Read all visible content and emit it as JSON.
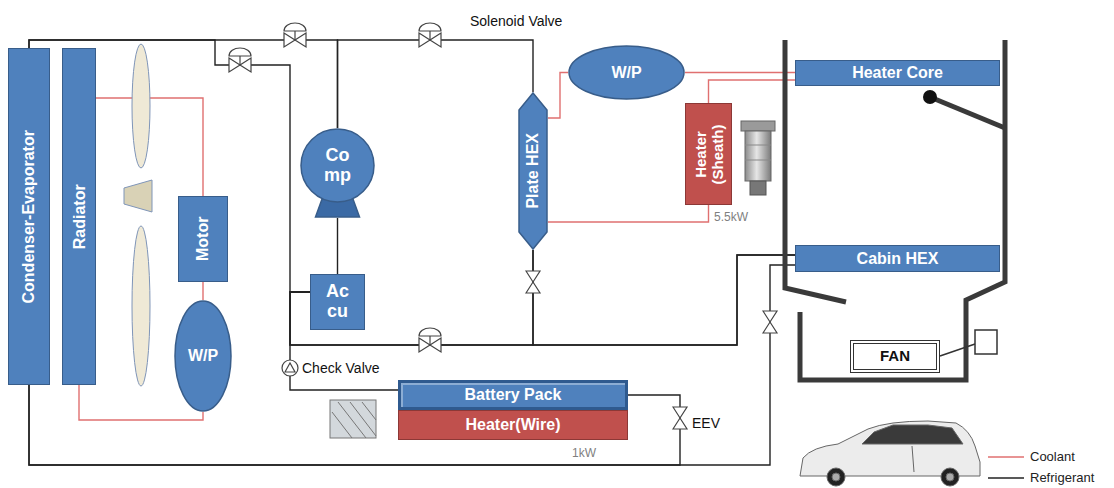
{
  "diagram": {
    "nodes": [
      {
        "text": [
          "Condenser-Evaporator"
        ]
      },
      {
        "text": [
          "Radiator"
        ]
      },
      {
        "text": [
          "Motor"
        ]
      },
      {
        "text": [
          "W/P"
        ]
      },
      {
        "text": [
          "Co mp"
        ]
      },
      {
        "text": [
          "Ac cu"
        ]
      },
      {
        "text": [
          "Plate HEX"
        ]
      },
      {
        "text": [
          "W/P"
        ]
      },
      {
        "text": [
          "Heater (Sheath)"
        ]
      },
      {
        "text": [
          "Heater Core"
        ]
      },
      {
        "text": [
          "Cabin HEX"
        ]
      },
      {
        "text": [
          "FAN"
        ]
      },
      {
        "text": [
          "Battery Pack"
        ]
      },
      {
        "text": [
          "Heater(Wire)"
        ]
      }
    ],
    "edges": [
      {
        "from": 1,
        "to": 2,
        "arrow": "none"
      },
      {
        "from": 2,
        "to": 3,
        "arrow": "none"
      },
      {
        "from": 3,
        "to": 1,
        "arrow": "none"
      },
      {
        "from": 6,
        "to": 7,
        "arrow": "none"
      },
      {
        "from": 7,
        "to": 9,
        "arrow": "none"
      },
      {
        "from": 9,
        "to": 8,
        "arrow": "none"
      },
      {
        "from": 8,
        "to": 6,
        "arrow": "none"
      },
      {
        "from": 4,
        "to": 0,
        "arrow": "none"
      },
      {
        "from": 4,
        "to": 6,
        "arrow": "none"
      },
      {
        "from": 0,
        "to": 5,
        "arrow": "none"
      },
      {
        "from": 5,
        "to": 4,
        "arrow": "none"
      },
      {
        "from": 6,
        "to": 10,
        "arrow": "none"
      },
      {
        "from": 10,
        "to": 5,
        "arrow": "none"
      },
      {
        "from": 6,
        "to": 5,
        "arrow": "none"
      },
      {
        "from": 0,
        "to": 10,
        "arrow": "none"
      },
      {
        "from": 0,
        "to": 12,
        "arrow": "none"
      },
      {
        "from": 12,
        "to": 5,
        "arrow": "none"
      }
    ],
    "labels": [
      "Solenoid Valve",
      "Check Valve",
      "EEV",
      "5.5kW",
      "1kW"
    ],
    "legend": [
      {
        "text": "Coolant"
      },
      {
        "text": "Refrigerant"
      }
    ]
  }
}
